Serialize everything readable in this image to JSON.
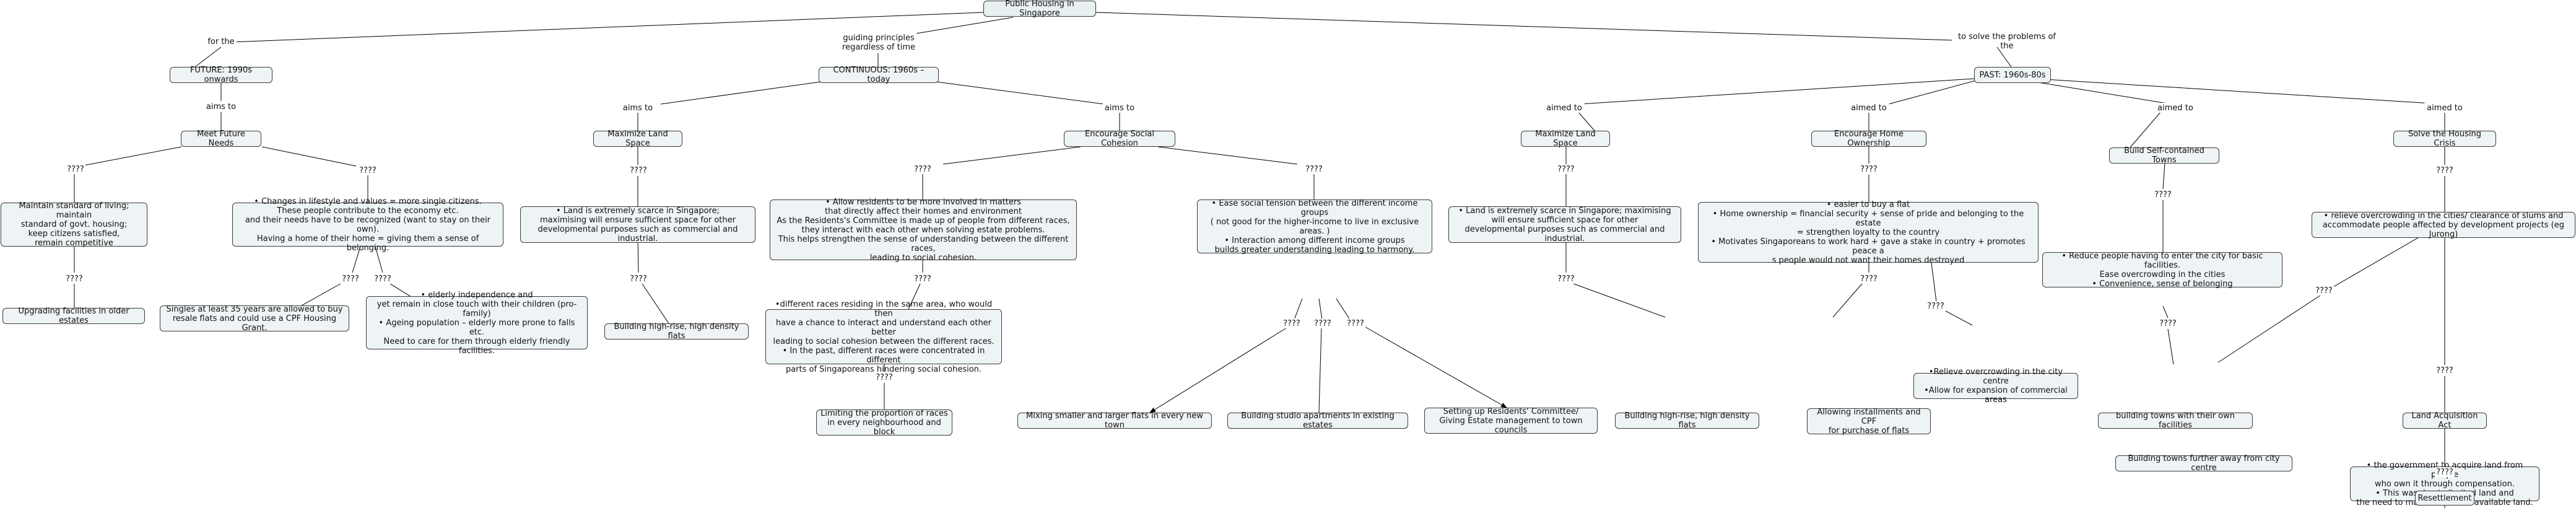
{
  "nodes": {
    "root": "Public Housing in Singapore",
    "future": "FUTURE: 1990s onwards",
    "continuous": "CONTINUOUS: 1960s – today",
    "past": "PAST: 1960s-80s",
    "meet_future_needs": "Meet Future Needs",
    "maintain_standard": "Maintain standard of living; maintain\nstandard of govt. housing;\nkeep citizens satisfied,\nremain competitive",
    "upgrading_facilities": "Upgrading facilities in older estates",
    "changes_lifestyle": "•      Changes in lifestyle and values = more single citizens.\nThese people contribute to the economy etc.\nand their needs have to be recognized (want to stay on their own).\nHaving a home of their home = giving them a sense of belonging.",
    "singles_cpf": "Singles at least 35 years are allowed to buy\nresale flats and could use a CPF Housing Grant.",
    "elderly_independence": "•      elderly independence and\nyet remain in close touch with their children (pro-family)\n•    Ageing population – elderly more prone to falls etc.\nNeed to care for them through elderly friendly facilities.",
    "c_maximize_land": "Maximize Land Space",
    "c_land_scarce": "•      Land is extremely scarce in Singapore;\nmaximising will ensure sufficient space  for other\ndevelopmental purposes such as commercial and industrial.",
    "c_high_rise": "Building high-rise, high density flats",
    "encourage_cohesion": "Encourage Social Cohesion",
    "allow_residents": "•      Allow residents to be more involved in matters\nthat directly affect their homes and environment\nAs the Residents's Committee is made up of people from different races,\nthey interact with each other when solving estate problems.\nThis helps strengthen the sense of understanding between the different races,\nleading to social cohesion.",
    "different_races": "•different races residing in the same area, who would then\nhave a chance to interact and understand each other better\nleading to social cohesion between the different races.\n• In the past, different races were concentrated in different\nparts of Singaporeans hindering social cohesion.",
    "limiting_races": "Limiting the proportion of races\nin every neighbourhood and block",
    "ease_tension": "•      Ease social tension between the different income groups\n( not good for the higher-income to live in exclusive areas. )\n•      Interaction among different income groups\nbuilds greater understanding leading to harmony.",
    "mixing_flats": "Mixing smaller and larger flats in every new town",
    "studio_apartments": "Building studio apartments in existing estates",
    "residents_committee": "Setting up Residents' Committee/\nGiving Estate management to town councils",
    "p_maximize_land": "Maximize Land Space",
    "p_land_scarce": "•      Land is extremely scarce in Singapore; maximising\nwill ensure sufficient space  for other\ndevelopmental purposes such as commercial and industrial.",
    "p_high_rise": "Building high-rise, high density flats",
    "home_ownership": "Encourage Home Ownership",
    "easier_buy": "•          easier to buy a flat\n•      Home ownership = financial security + sense of pride and belonging to the estate\n= strengthen loyalty to the country\n•      Motivates Singaporeans to work hard + gave a stake in country + promotes peace a\ns people would not want their homes destroyed",
    "instalments_cpf": "Allowing installments and CPF\nfor purchase of flats",
    "relieve_centre": "•Relieve overcrowding in the city centre\n•Allow for expansion of commercial areas",
    "self_contained": "Build Self-contained Towns",
    "reduce_travel": "•      Reduce people having to enter the city for basic facilities.\nEase overcrowding in the cities\n•      Convenience, sense of belonging",
    "towns_facilities": "building towns with their own facilities",
    "housing_crisis": "Solve the Housing Crisis",
    "relieve_slums": "• relieve overcrowding in the cities/ clearance of slums and\naccommodate people affected by development projects (eg Jurong)",
    "towns_further": "Building towns further away from city centre",
    "land_act": "Land Acquisition Act",
    "govt_acquire": "•      the government to acquire land from people\nwho own it through compensation.\n•      This was due to limited land and\nthe need to maximize use of available land.",
    "resettlement": "Resettlement"
  },
  "links": {
    "for_the": "for the",
    "guiding_principles": "guiding principles\nregardless of time",
    "to_solve": "to solve the problems of the",
    "aims_to_future": "aims to",
    "aims_to_c1": "aims to",
    "aims_to_c2": "aims to",
    "aimed_to_1": "aimed to",
    "aimed_to_2": "aimed to",
    "aimed_to_3": "aimed to",
    "aimed_to_4": "aimed to",
    "unknown": "????"
  }
}
